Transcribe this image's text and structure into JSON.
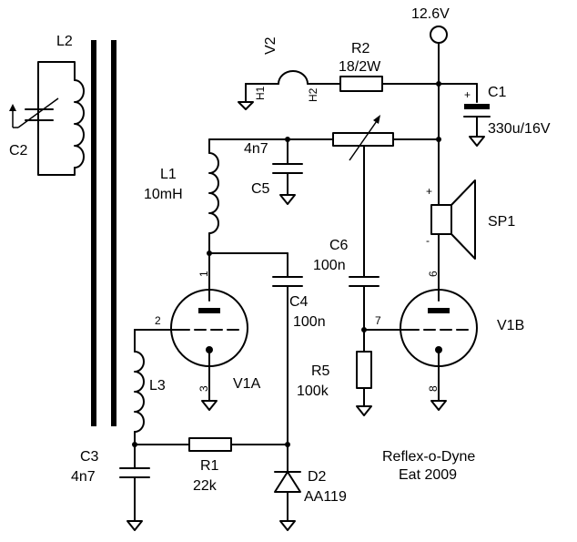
{
  "labels": {
    "supply": "12.6V",
    "L2": "L2",
    "V2": "V2",
    "H1": "H1",
    "H2": "H2",
    "R2": "R2",
    "R2_val": "18/2W",
    "C1": "C1",
    "C1_plus": "+",
    "C1_val": "330u/16V",
    "C2": "C2",
    "C5_val_top": "4n7",
    "C5": "C5",
    "L1": "L1",
    "L1_val": "10mH",
    "SP1": "SP1",
    "sp_plus": "+",
    "sp_minus": "-",
    "C6": "C6",
    "C6_val": "100n",
    "C4": "C4",
    "C4_val": "100n",
    "V1A": "V1A",
    "V1B": "V1B",
    "L3": "L3",
    "R5": "R5",
    "R5_val": "100k",
    "C3": "C3",
    "C3_val": "4n7",
    "R1": "R1",
    "R1_val": "22k",
    "D2": "D2",
    "D2_val": "AA119",
    "title1": "Reflex-o-Dyne",
    "title2": "Eat 2009",
    "pin1": "1",
    "pin2": "2",
    "pin3": "3",
    "pin6": "6",
    "pin7": "7",
    "pin8": "8"
  }
}
